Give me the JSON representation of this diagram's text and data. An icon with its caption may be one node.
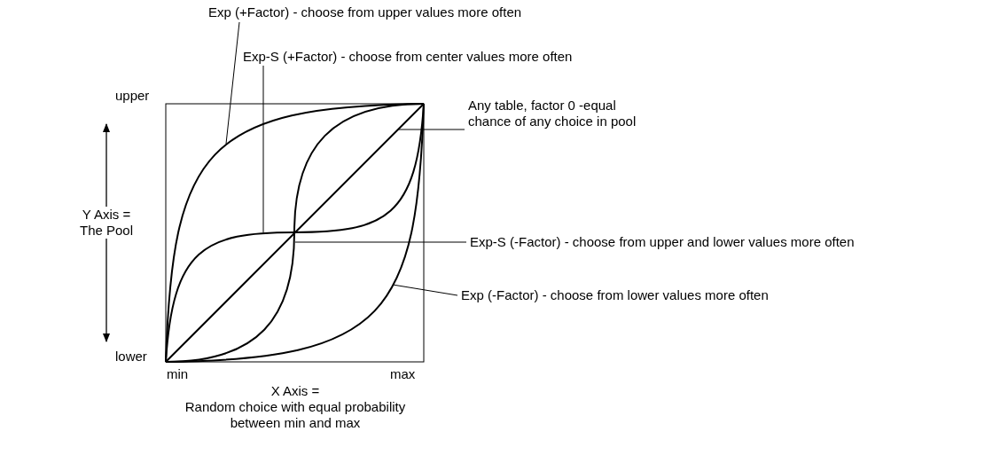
{
  "diagram": {
    "nodes": [
      {
        "text": [
          "Exp (+Factor) - choose from upper values more often"
        ]
      },
      {
        "text": [
          "Exp-S (+Factor) - choose from center values more often"
        ]
      },
      {
        "text": [
          "Any table, factor 0 -equal chance of any choice in pool"
        ]
      },
      {
        "text": [
          "Exp-S (-Factor) - choose from upper and lower values more often"
        ]
      },
      {
        "text": [
          "Exp (-Factor) - choose from lower values more often"
        ]
      },
      {
        "text": [],
        "shape": "curve"
      },
      {
        "text": [],
        "shape": "curve"
      },
      {
        "text": [],
        "shape": "line"
      },
      {
        "text": [],
        "shape": "curve"
      },
      {
        "text": [],
        "shape": "curve"
      }
    ],
    "edges": [
      {
        "from": 0,
        "to": 5,
        "arrow": "none"
      },
      {
        "from": 1,
        "to": 6,
        "arrow": "none"
      },
      {
        "from": 2,
        "to": 7,
        "arrow": "none"
      },
      {
        "from": 3,
        "to": 8,
        "arrow": "none"
      },
      {
        "from": 4,
        "to": 9,
        "arrow": "none"
      }
    ],
    "labels": [
      "upper",
      "Y Axis = The Pool",
      "lower",
      "min",
      "max",
      "X Axis =",
      "Random choice with equal probability between min and max"
    ]
  }
}
